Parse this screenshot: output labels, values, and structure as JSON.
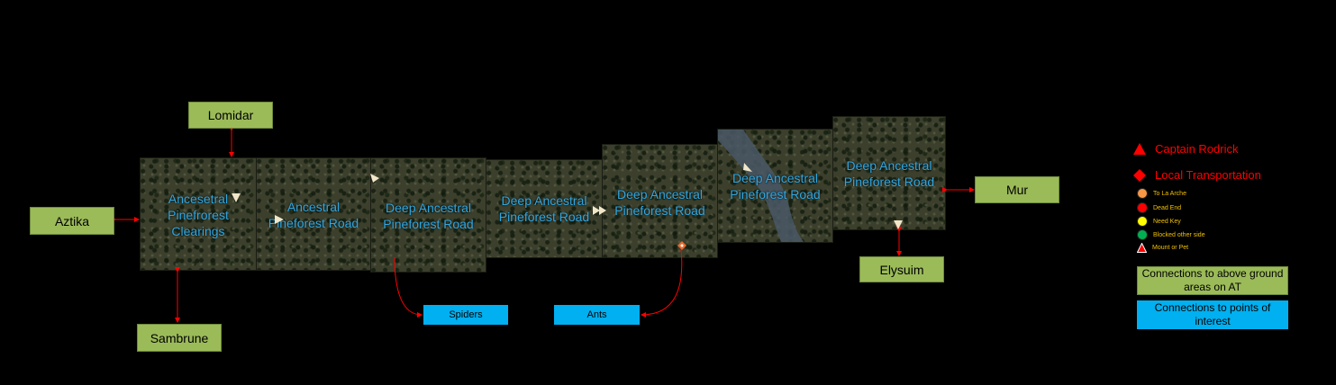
{
  "tiles": [
    {
      "label_lines": [
        "Ancesetral",
        "Pinefrorest",
        "Clearings"
      ]
    },
    {
      "label_lines": [
        "Ancestral",
        "Pineforest Road"
      ]
    },
    {
      "label_lines": [
        "Deep Ancestral",
        "Pineforest Road"
      ]
    },
    {
      "label_lines": [
        "Deep Ancestral",
        "Pineforest Road"
      ]
    },
    {
      "label_lines": [
        "Deep Ancestral",
        "Pineforest Road"
      ]
    },
    {
      "label_lines": [
        "Deep Ancestral",
        "Pineforest Road"
      ]
    },
    {
      "label_lines": [
        "Deep Ancestral",
        "Pineforest Road"
      ]
    }
  ],
  "above_ground": {
    "lomidar": "Lomidar",
    "aztika": "Aztika",
    "sambrune": "Sambrune",
    "mur": "Mur",
    "elysuim": "Elysuim"
  },
  "points_of_interest": {
    "spiders": "Spiders",
    "ants": "Ants"
  },
  "legend": {
    "captain": "Captain Rodrick",
    "transport": "Local Transportation",
    "to_la_arche": "To La Arche",
    "dead_end": "Dead End",
    "need_key": "Need Key",
    "blocked": "Blocked other side",
    "mount": "Mount or Pet",
    "above_ground_box": "Connections to above ground areas on AT",
    "poi_box": "Connections to points of interest"
  },
  "colors": {
    "tile_label": "#2fa7e2",
    "green_box": "#9bbb59",
    "blue_box": "#00b0f0",
    "connector": "#ff0000",
    "orange_dot": "#f79646",
    "red_dot": "#ff0000",
    "yellow_dot": "#ffff00",
    "green_dot": "#00b050"
  }
}
